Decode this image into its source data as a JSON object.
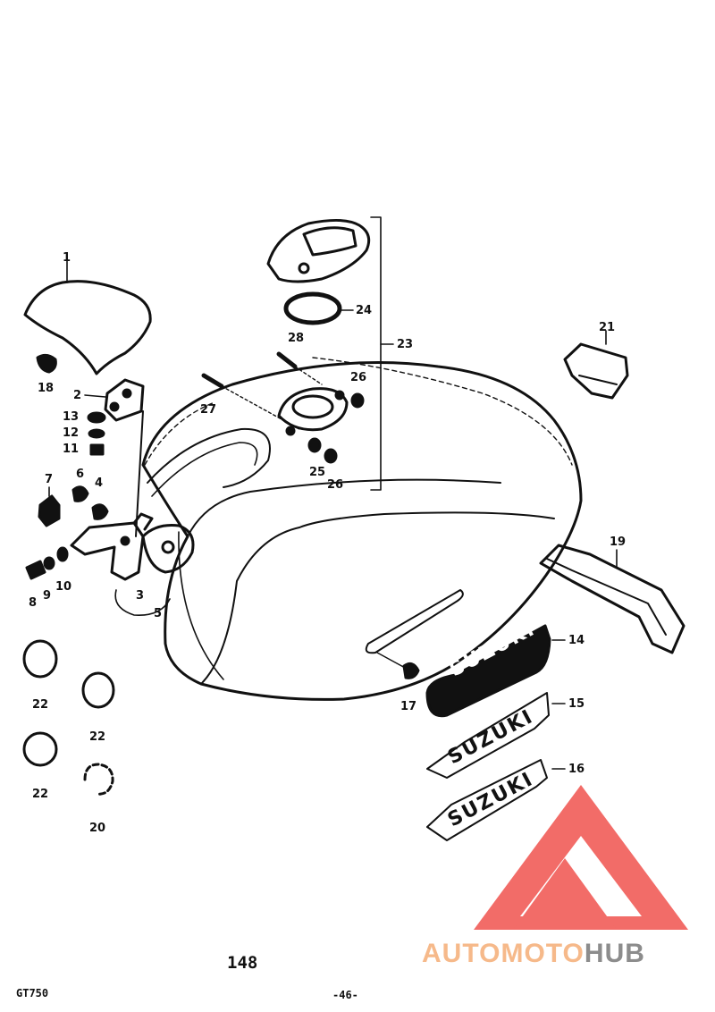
{
  "labels": {
    "p1": "1",
    "p2": "2",
    "p3": "3",
    "p4": "4",
    "p5": "5",
    "p6": "6",
    "p7": "7",
    "p8": "8",
    "p9": "9",
    "p10": "10",
    "p11": "11",
    "p12": "12",
    "p13": "13",
    "p14": "14",
    "p15": "15",
    "p16": "16",
    "p17": "17",
    "p18": "18",
    "p19": "19",
    "p20": "20",
    "p21": "21",
    "p22a": "22",
    "p22b": "22",
    "p22c": "22",
    "p23": "23",
    "p24": "24",
    "p25": "25",
    "p26a": "26",
    "p26b": "26",
    "p27": "27",
    "p28": "28"
  },
  "emblems": {
    "e14": "SUZUKI",
    "e15": "SUZUKI",
    "e16": "SUZUKI"
  },
  "page_number": "148",
  "footer": {
    "model": "GT750",
    "page": "-46-"
  },
  "watermark": {
    "part1": "AUTOMOTO",
    "part2": "HUB",
    "color1": "#f6b98a",
    "color2": "#8c8c8c",
    "logo_color": "#ee3b36"
  }
}
